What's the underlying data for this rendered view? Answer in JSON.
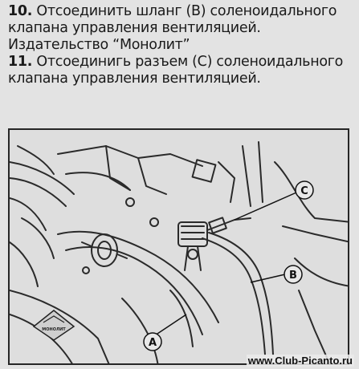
{
  "steps": [
    {
      "number": "10.",
      "text": "Отсоединить шланг (В) соленоидального клапана управления вентиляцией. Издательство “Монолит”"
    },
    {
      "number": "11.",
      "text": "Отсоединигь разъем (С) соленоидального клапана управления вентиляцией."
    }
  ],
  "figure": {
    "callouts": {
      "a": "A",
      "b": "B",
      "c": "C"
    },
    "logo_text": "МОНОЛИТ"
  },
  "watermark": "www.Club-Picanto.ru",
  "colors": {
    "paper": "#e3e3e3",
    "ink": "#1a1a1a"
  }
}
